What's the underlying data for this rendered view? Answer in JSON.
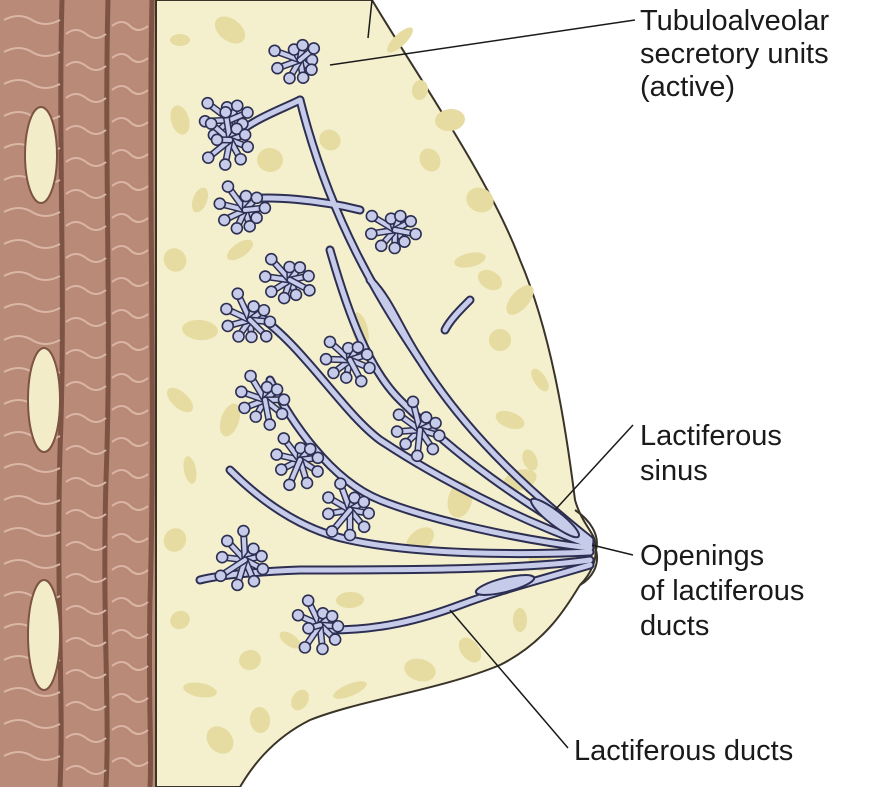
{
  "colors": {
    "background": "#ffffff",
    "muscle": "#b98a78",
    "muscle_dark": "#7d5343",
    "muscle_light": "#d9b6a5",
    "fat_spot": "#f3ecc9",
    "breast_tissue": "#f4f0cd",
    "fat_lobule": "#e6dba0",
    "gland_fill": "#c7cbea",
    "gland_stroke": "#2d2f52",
    "outline": "#3a3328",
    "leader_line": "#1a1a1a",
    "label_text": "#1a1a1a"
  },
  "labels": {
    "secretory_units": [
      "Tubuloalveolar",
      "secretory units",
      "(active)"
    ],
    "sinus": [
      "Lactiferous",
      "sinus"
    ],
    "openings": [
      "Openings",
      "of lactiferous",
      "ducts"
    ],
    "ducts": [
      "Lactiferous ducts"
    ]
  }
}
